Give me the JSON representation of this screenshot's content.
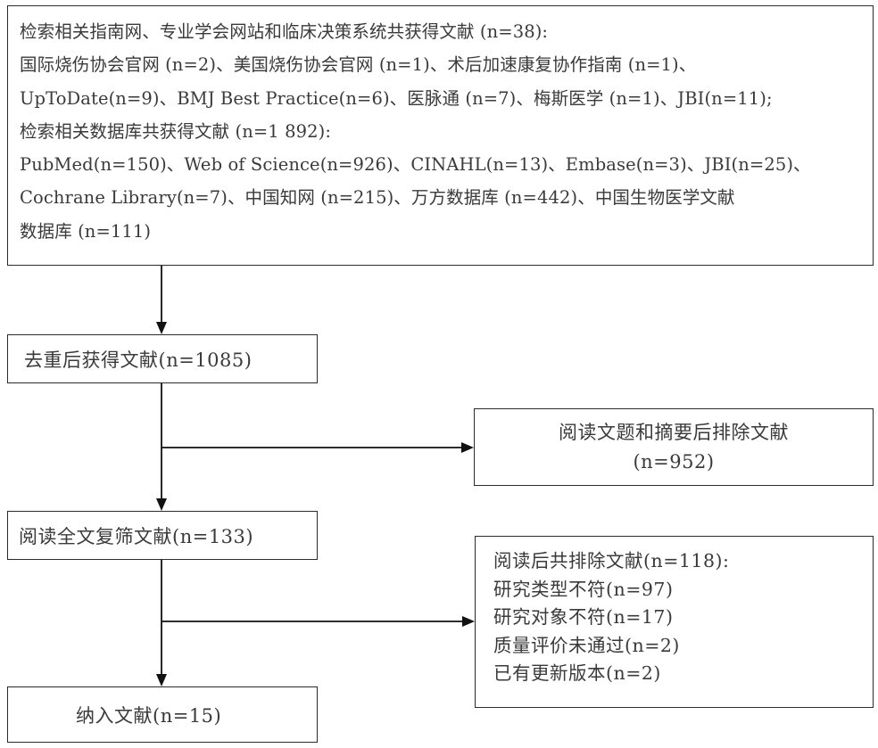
{
  "search_box": {
    "lines": [
      "检索相关指南网、专业学会网站和临床决策系统共获得文献 (n=38):",
      "国际烧伤协会官网 (n=2)、美国烧伤协会官网 (n=1)、术后加速康复协作指南 (n=1)、",
      "UpToDate(n=9)、BMJ Best Practice(n=6)、医脉通 (n=7)、梅斯医学 (n=1)、JBI(n=11);",
      "检索相关数据库共获得文献 (n=1 892):",
      "PubMed(n=150)、Web of Science(n=926)、CINAHL(n=13)、Embase(n=3)、JBI(n=25)、",
      "Cochrane Library(n=7)、中国知网 (n=215)、万方数据库 (n=442)、中国生物医学文献",
      "数据库 (n=111)"
    ]
  },
  "dedup_box": {
    "text": "去重后获得文献(n=1085)"
  },
  "exclude_title_box": {
    "line1": "阅读文题和摘要后排除文献",
    "line2": "(n=952)"
  },
  "fulltext_box": {
    "text": "阅读全文复筛文献(n=133)"
  },
  "exclude_fulltext_box": {
    "lines": [
      "阅读后共排除文献(n=118):",
      "研究类型不符(n=97)",
      "研究对象不符(n=17)",
      "质量评价未通过(n=2)",
      "已有更新版本(n=2)"
    ]
  },
  "include_box": {
    "text": "纳入文献(n=15)"
  }
}
